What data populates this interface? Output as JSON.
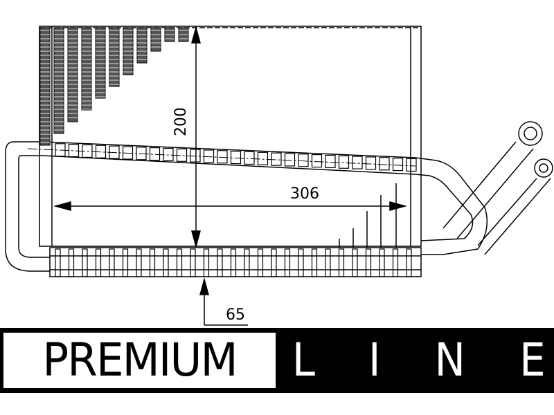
{
  "dimensions": {
    "height": "200",
    "width": "306",
    "depth": "65"
  },
  "banner": {
    "premium": "PREMIUM",
    "line_letters": [
      "L",
      "I",
      "N",
      "E"
    ]
  },
  "colors": {
    "ink": "#000000",
    "paper": "#ffffff"
  }
}
